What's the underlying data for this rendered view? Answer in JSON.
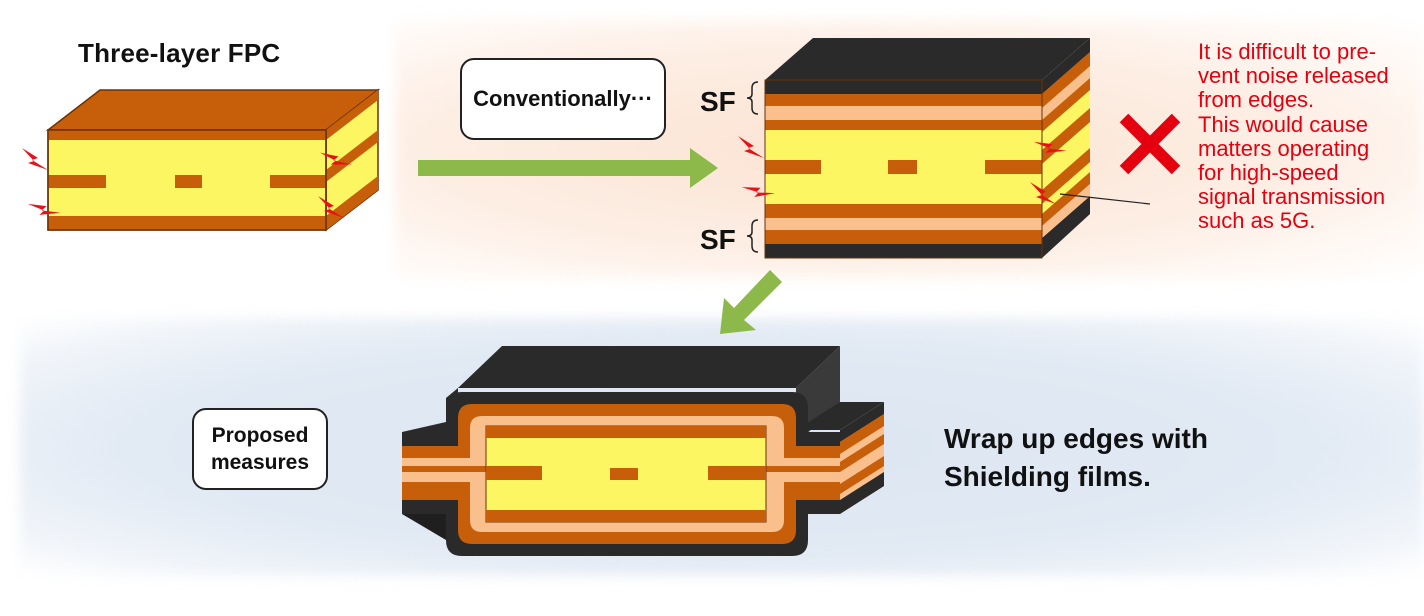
{
  "diagram": {
    "title": "Three-layer FPC",
    "conventional_label": "Conventionally···",
    "sf_label_top": "SF",
    "sf_label_bottom": "SF",
    "warning_text": "It is difficult to pre-\nvent noise released\nfrom edges.\nThis would cause\nmatters operating\nfor high-speed\nsignal transmission\nsuch as 5G.",
    "proposed_label_line1": "Proposed",
    "proposed_label_line2": "measures",
    "measure_text": "Wrap up edges with\nShielding films."
  },
  "colors": {
    "copper": "#c75f0a",
    "copper_dark": "#9e4806",
    "core_yellow": "#fbf661",
    "core_side": "#efe456",
    "adhesive_peach": "#f9bf8c",
    "shield_black": "#2a2a2a",
    "arrow_green": "#8db84a",
    "noise_red": "#e8101a",
    "warning_red": "#e4000f"
  },
  "icons": [
    "noise-lightning-icon",
    "cross-mark-icon",
    "arrow-right-icon",
    "arrow-down-left-icon"
  ]
}
